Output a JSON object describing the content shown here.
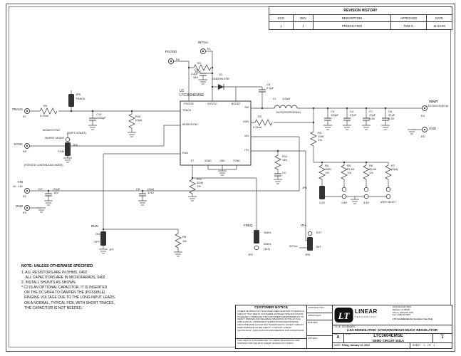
{
  "revision_history": {
    "title": "REVISION HISTORY",
    "headers": {
      "eco": "ECO",
      "rev": "REV",
      "description": "DESCRIPTION",
      "approved": "APPROVED",
      "date": "DATE"
    },
    "row": {
      "eco": "1",
      "rev": "1",
      "description": "PRODUCTION",
      "approved": "TOM G.",
      "date": "11-23-09"
    }
  },
  "ic": {
    "ref": "U1",
    "part": "LTC3604EMSE",
    "pins": {
      "track": "TRACK",
      "mode": "MODE/SYNC",
      "run": "RUN",
      "pgood": "PGOOD",
      "intvcc": "INTVCC",
      "boost": "BOOST",
      "sw": "SW",
      "von": "VON",
      "vin": "VIN",
      "ith": "ITH",
      "rt": "RT",
      "sgnd": "SGND",
      "gnd": "GND",
      "pgnd": "PGND"
    }
  },
  "nets": {
    "pgood": "PGOOD",
    "intvcc": "INTVcc",
    "track": "TRACK",
    "sync": "SYNC",
    "mode_sync": "MODE/SYNC",
    "vin": "VIN",
    "vin_range": "4V - 15V",
    "gnd": "GND",
    "run": "RUN",
    "freq": "FREQ",
    "ith": "ITH",
    "vout": "VOUT",
    "vout_spec": "1.2V/1.8V/3.3V@2.5A"
  },
  "turrets": {
    "e1": "E1",
    "e2": "E2",
    "e3": "E3",
    "e4": "E4",
    "e5": "E5",
    "e6": "E6",
    "e7": "E7",
    "e8": "E8"
  },
  "components": {
    "r1": {
      "ref": "R1",
      "value": "100K"
    },
    "c1": {
      "ref": "C1",
      "value": "2.2µF\n16V"
    },
    "d1": {
      "ref": "D1",
      "value": "CMDSH-3TR"
    },
    "c5": {
      "ref": "C5",
      "value": "0.1µF"
    },
    "l1": {
      "ref": "L1",
      "value": "1.0µH",
      "part": "IHLP2020CZER1R0M11"
    },
    "r2": {
      "ref": "R2",
      "value": "0 Ohm"
    },
    "r3": {
      "ref": "R3",
      "value": "115K\n1%"
    },
    "c3": {
      "ref": "C3",
      "value": "100pF"
    },
    "c4": {
      "ref": "C4",
      "value": "47pF"
    },
    "c7": {
      "ref": "C7",
      "value": "47µF\n6.3V"
    },
    "c8": {
      "ref": "C8",
      "value": "47µF\n6.3V"
    },
    "r4": {
      "ref": "R4",
      "value": "115K\n1%"
    },
    "r5": {
      "ref": "R5",
      "value": "57.6K\n1%"
    },
    "r6": {
      "ref": "R6",
      "value": "25.5K\n1%"
    },
    "r7": {
      "ref": "R7",
      "value": "(Opt)"
    },
    "r8": {
      "ref": "R8",
      "value": "1M"
    },
    "r9": {
      "ref": "R9",
      "value": "0 Ohm"
    },
    "r10": {
      "ref": "R10",
      "value": "(Opt)"
    },
    "c10": {
      "ref": "C10",
      "value": "2200pF",
      "note": "(SOFT-START)"
    },
    "r11": {
      "ref": "R11",
      "value": "324K\n1%"
    },
    "r12": {
      "ref": "R12",
      "value": "14K"
    },
    "cc": {
      "ref": "CC"
    },
    "c2": {
      "ref": "C2*",
      "value": "22µF\n16V"
    },
    "c6": {
      "ref": "C6",
      "value": "(Opt)\n1210"
    }
  },
  "jumpers": {
    "jp1": {
      "ref": "JP1",
      "pos_12": "1.2V",
      "pos_18": "1.8V",
      "pos_33": "3.3V",
      "pos_user": "USER SELECT"
    },
    "jp2": {
      "ref": "JP2",
      "pos_1mhz": "1MHz",
      "pos_2mhz": "2MHz",
      "note": "(3x1)"
    },
    "jp4": {
      "ref": "JP4",
      "pos_burst": "BURST MODE",
      "pos_fcm": "FCM",
      "note": "(FORCED CONTINUOUS MODE)"
    },
    "jp5": {
      "ref": "JP5",
      "label": "TRACK"
    },
    "jp6": {
      "ref": "JP6",
      "pos_ext": "EXT",
      "pos_int": "INT"
    },
    "jp7": {
      "ref": "JP7",
      "pos_on": "ON",
      "pos_off": "OFF"
    }
  },
  "notes": {
    "title": "NOTE: UNLESS OTHERWISE SPECIFIED",
    "lines": [
      "1. ALL RESISTORS ARE IN OHMS, 0402",
      "    ALL CAPACITORS ARE IN MICROFARADS, 0402",
      "2. INSTALL SHUNTS AS SHOWN.",
      "* C2 IS AN OPTIONAL CAPACITOR. IT IS INSERTED",
      "   ON THE DC1454A TO DAMPEN THE (POSSIBLE)",
      "   RINGING VOLTAGE DUE TO THE LONG INPUT LEADS.",
      "   ON A NORMAL, TYPICAL PCB, WITH SHORT TRACES,",
      "   THE CAPACITOR IS NOT NEEDED."
    ]
  },
  "title_block": {
    "customer_notice": {
      "title": "CUSTOMER NOTICE",
      "body": "LINEAR TECHNOLOGY HAS MADE A BEST EFFORT TO DESIGN A CIRCUIT THAT MEETS CUSTOMER-SUPPLIED SPECIFICATIONS; HOWEVER, IT REMAINS THE CUSTOMER'S RESPONSIBILITY TO VERIFY PROPER AND RELIABLE OPERATION IN THE ACTUAL APPLICATION. COMPONENT SUBSTITUTION AND PRINTED CIRCUIT BOARD LAYOUT MAY SIGNIFICANTLY AFFECT CIRCUIT PERFORMANCE OR RELIABILITY. CONTACT LINEAR TECHNOLOGY APPLICATIONS ENGINEERING FOR ASSISTANCE.",
      "footer": "THIS CIRCUIT IS PROPRIETARY TO LINEAR TECHNOLOGY AND SUPPLIED FOR USE WITH LINEAR TECHNOLOGY PARTS."
    },
    "fields": {
      "contract_no": "CONTRACT NO.",
      "approvals": "APPROVALS",
      "pcb_des": "PCB DES.",
      "app_eng": "APP ENG."
    },
    "company": {
      "logo_text": "LT",
      "name": "LINEAR",
      "name2": "TECHNOLOGY",
      "address": "1630 McCarthy Blvd.",
      "city": "Milpitas, CA 95035",
      "phone": "Phone: (408)432-1900",
      "fax": "Fax: (408)434-0507",
      "confidential": "LTC Confidential-For Customer Use Only"
    },
    "doc": {
      "title_label": "TITLE:",
      "title": "SCHEMATIC",
      "subtitle": "2.5A MONOLITHIC SYNCHRONOUS BUCK REGULATOR",
      "size_label": "SIZE",
      "size": "A",
      "ic_label": "IC NO.",
      "part": "LTC3604EMSE",
      "demo": "DEMO CIRCUIT 1611A",
      "rev_label": "REV",
      "rev": "1",
      "date_label": "DATE:",
      "date": "Friday, January 22, 2010",
      "sheet_label": "SHEET",
      "sheet_no": "1",
      "of_label": "OF",
      "of_no": "1"
    }
  }
}
